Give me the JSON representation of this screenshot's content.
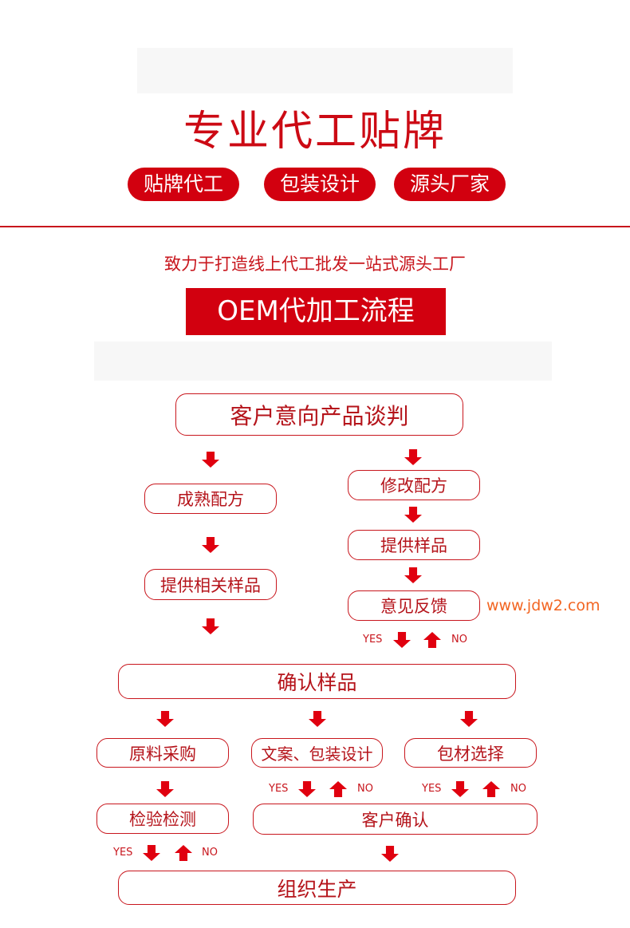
{
  "header": {
    "title": "专业代工贴牌",
    "tags": [
      "贴牌代工",
      "包装设计",
      "源头厂家"
    ],
    "subtitle": "致力于打造线上代工批发一站式源头工厂",
    "section_title": "OEM代加工流程"
  },
  "flow": {
    "start": "客户意向产品谈判",
    "left_branch": [
      "成熟配方",
      "提供相关样品"
    ],
    "right_branch": [
      "修改配方",
      "提供样品",
      "意见反馈"
    ],
    "confirm_sample": "确认样品",
    "parallel": [
      "原料采购",
      "文案、包装设计",
      "包材选择"
    ],
    "inspection": "检验检测",
    "customer_confirm": "客户确认",
    "production": "组织生产",
    "yes": "YES",
    "no": "NO"
  },
  "watermark": "www.jdw2.com",
  "colors": {
    "red": "#d2000f",
    "text_red": "#c8161d",
    "watermark": "#f26522"
  }
}
